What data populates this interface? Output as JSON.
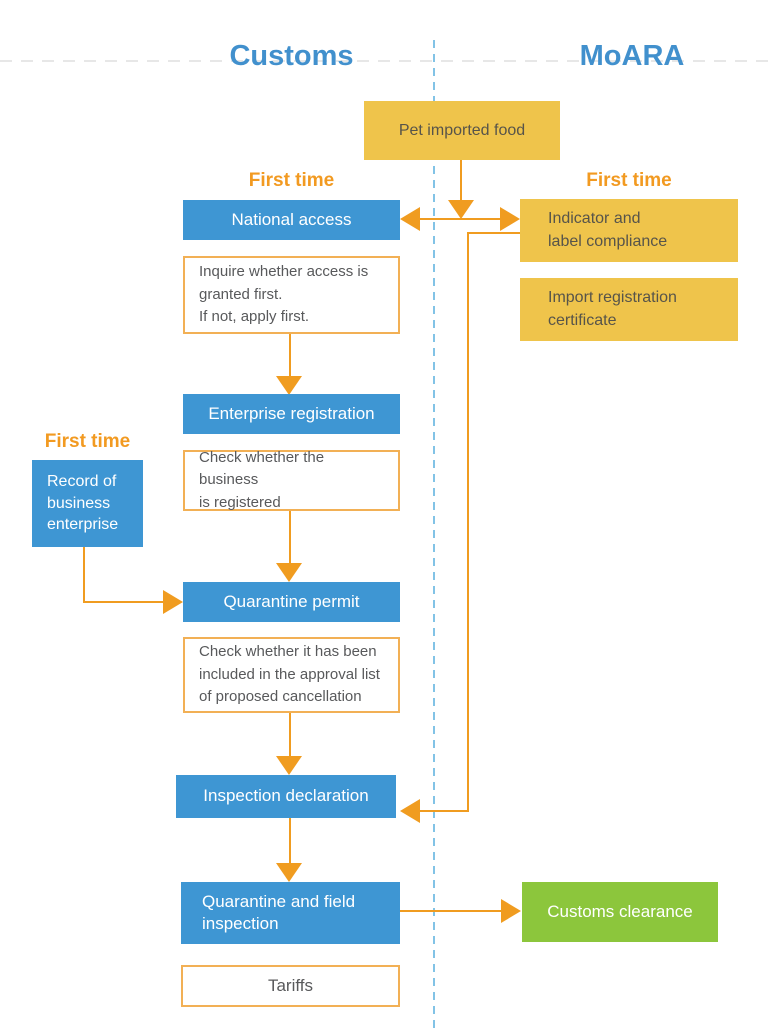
{
  "headers": {
    "customs": "Customs",
    "moara": "MoARA"
  },
  "first_time_labels": {
    "above_national_access": "First time",
    "above_indicator_compliance": "First time",
    "above_record_business": "First time"
  },
  "nodes": {
    "pet_imported_food": {
      "label": "Pet imported food"
    },
    "national_access": {
      "label": "National access"
    },
    "inquire_access_note": {
      "lines": [
        "Inquire whether access is",
        "granted first.",
        "If not, apply first."
      ]
    },
    "enterprise_registration": {
      "label": "Enterprise registration"
    },
    "check_business_note": {
      "lines": [
        "Check whether the business",
        "is registered"
      ]
    },
    "record_business": {
      "lines": [
        "Record of",
        "business",
        "enterprise"
      ]
    },
    "quarantine_permit": {
      "label": "Quarantine permit"
    },
    "check_approval_note": {
      "lines": [
        "Check whether it has been",
        "included in the approval list",
        "of proposed cancellation"
      ]
    },
    "inspection_declaration": {
      "label": "Inspection declaration"
    },
    "quarantine_field_inspection": {
      "lines": [
        "Quarantine and field",
        "inspection"
      ]
    },
    "tariffs": {
      "label": "Tariffs"
    },
    "indicator_label_compliance": {
      "lines": [
        "Indicator and",
        "label compliance"
      ]
    },
    "import_registration_certificate": {
      "lines": [
        "Import registration",
        "certificate"
      ]
    },
    "customs_clearance": {
      "label": "Customs clearance"
    }
  },
  "edges": [
    {
      "from": "pet_imported_food",
      "to": "national_access"
    },
    {
      "from": "pet_imported_food",
      "to": "indicator_label_compliance"
    },
    {
      "from": "indicator_label_compliance",
      "to": "inspection_declaration"
    },
    {
      "from": "national_access",
      "to": "enterprise_registration"
    },
    {
      "from": "enterprise_registration",
      "to": "quarantine_permit"
    },
    {
      "from": "record_business",
      "to": "quarantine_permit"
    },
    {
      "from": "quarantine_permit",
      "to": "inspection_declaration"
    },
    {
      "from": "inspection_declaration",
      "to": "quarantine_field_inspection"
    },
    {
      "from": "quarantine_field_inspection",
      "to": "customs_clearance"
    }
  ],
  "colors": {
    "process_blue": "#3E96D3",
    "document_yellow": "#EFC44B",
    "result_green": "#8CC63C",
    "connector_orange": "#F09C20",
    "note_border_orange": "#F2B055",
    "header_blue": "#4190CD",
    "first_time_orange": "#F29A21",
    "text_gray": "#58595B",
    "divider_dashed_blue": "#82C3E6"
  }
}
